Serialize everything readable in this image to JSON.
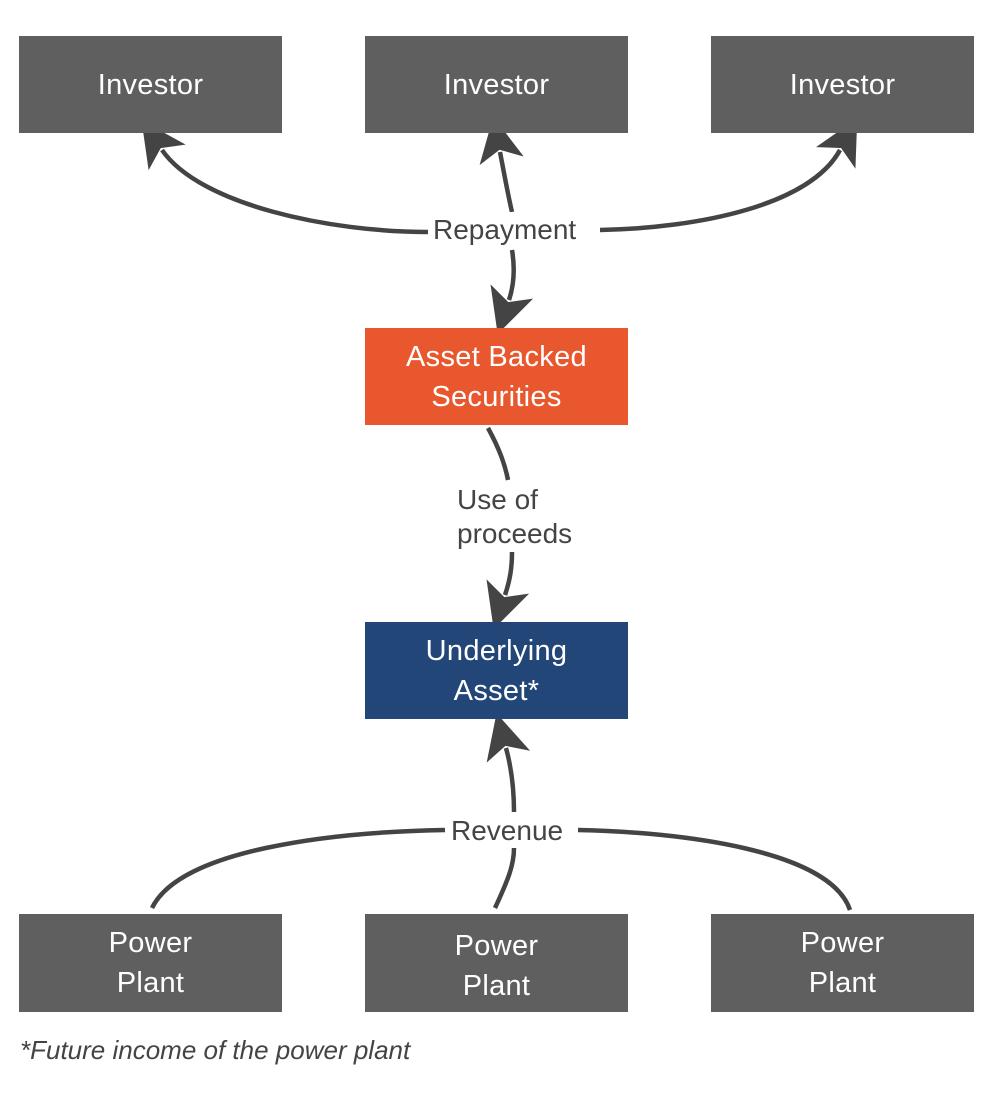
{
  "investors": [
    {
      "label": "Investor"
    },
    {
      "label": "Investor"
    },
    {
      "label": "Investor"
    }
  ],
  "repayment_label": "Repayment",
  "abs": {
    "line1": "Asset Backed",
    "line2": "Securities"
  },
  "use_of_proceeds": {
    "line1": "Use of",
    "line2": "proceeds"
  },
  "underlying_asset": {
    "line1": "Underlying",
    "line2": "Asset*"
  },
  "revenue_label": "Revenue",
  "power_plants": [
    {
      "line1": "Power",
      "line2": "Plant"
    },
    {
      "line1": "Power",
      "line2": "Plant"
    },
    {
      "line1": "Power",
      "line2": "Plant"
    }
  ],
  "footnote": "*Future income of the power plant",
  "colors": {
    "gray_box": "#5f5f5f",
    "abs_box": "#e8572d",
    "asset_box": "#214677",
    "arrow": "#444444"
  }
}
